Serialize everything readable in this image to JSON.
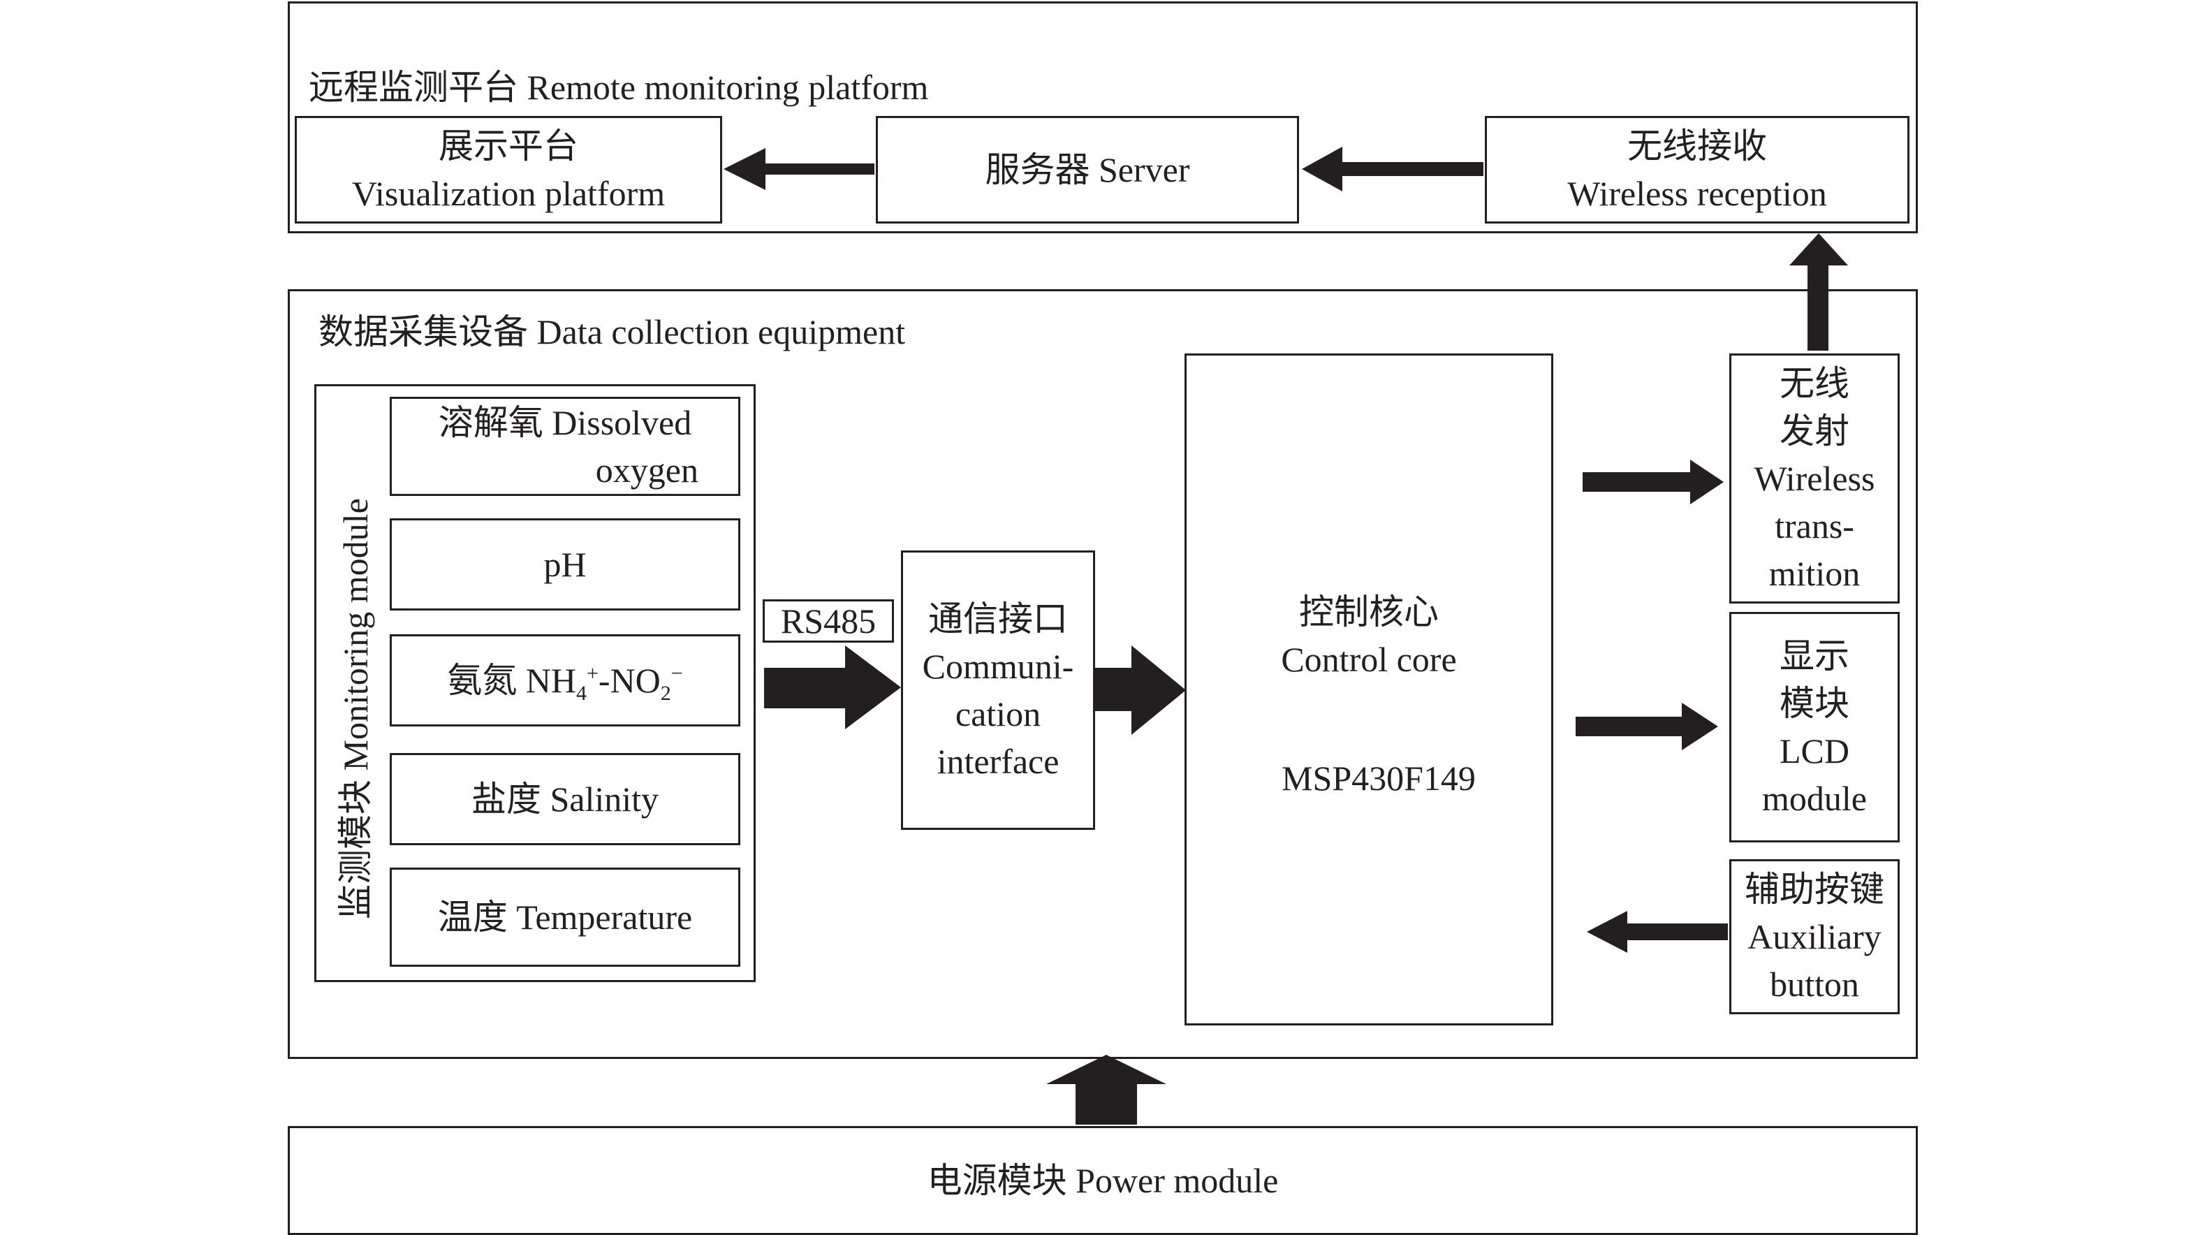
{
  "remote": {
    "title": "远程监测平台 Remote monitoring platform",
    "visualization": {
      "line1": "展示平台",
      "line2": "Visualization platform"
    },
    "server": "服务器 Server",
    "wireless_reception": {
      "line1": "无线接收",
      "line2": "Wireless reception"
    }
  },
  "collection": {
    "title": "数据采集设备 Data collection equipment",
    "monitoring_module": {
      "label": "监测模块 Monitoring module",
      "sensors": {
        "dissolved_oxygen": {
          "line1": "溶解氧 Dissolved",
          "line2": "oxygen"
        },
        "ph": "pH",
        "ammonia": {
          "prefix": "氨氮 NH",
          "sub1": "4",
          "sup1": "+",
          "mid": "-NO",
          "sub2": "2",
          "sup2": "−"
        },
        "salinity": "盐度 Salinity",
        "temperature": "温度 Temperature"
      }
    },
    "rs485": "RS485",
    "comm_interface": {
      "line1": "通信接口",
      "line2": "Communi-",
      "line3": "cation",
      "line4": "interface"
    },
    "control_core": {
      "line1": "控制核心",
      "line2": "Control core",
      "line3": "MSP430F149"
    },
    "wireless_transmission": {
      "line1": "无线",
      "line2": "发射",
      "line3": "Wireless",
      "line4": "trans-",
      "line5": "mition"
    },
    "lcd": {
      "line1": "显示",
      "line2": "模块",
      "line3": "LCD",
      "line4": "module"
    },
    "aux_button": {
      "line1": "辅助按键",
      "line2": "Auxiliary",
      "line3": "button"
    }
  },
  "power": "电源模块 Power module"
}
